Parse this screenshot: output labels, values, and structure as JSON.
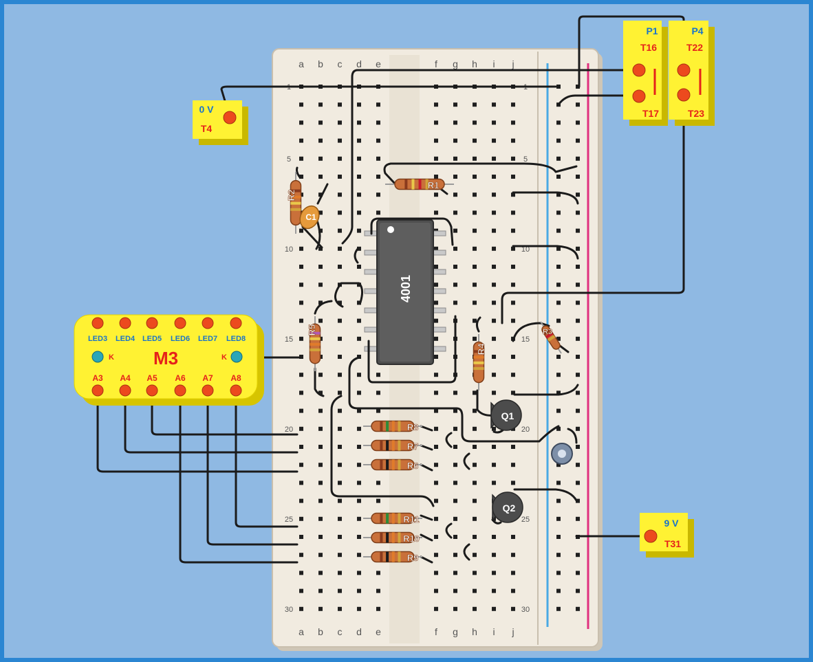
{
  "colors": {
    "background": "#8fb9e3",
    "frame": "#2b86d2",
    "board": "#f1ebe0",
    "module": "#fff233",
    "terminal": "#ec4a1e",
    "label_red": "#e5221a",
    "label_blue": "#1a74c9",
    "wire": "#1b1b1b",
    "rail_blue": "#49a9e4",
    "rail_pink": "#e0307e"
  },
  "breadboard": {
    "columns_left": [
      "a",
      "b",
      "c",
      "d",
      "e"
    ],
    "columns_right": [
      "f",
      "g",
      "h",
      "i",
      "j"
    ],
    "row_markers": [
      "1",
      "5",
      "10",
      "15",
      "20",
      "25",
      "30"
    ]
  },
  "chip": {
    "label": "4001"
  },
  "resistors": [
    {
      "id": "R1",
      "label": "R1"
    },
    {
      "id": "R2",
      "label": "R2"
    },
    {
      "id": "R3",
      "label": "R3"
    },
    {
      "id": "R4",
      "label": "R4"
    },
    {
      "id": "R5",
      "label": "R5"
    },
    {
      "id": "R6",
      "label": "R6"
    },
    {
      "id": "R7",
      "label": "R7"
    },
    {
      "id": "R8",
      "label": "R8"
    },
    {
      "id": "R9",
      "label": "R9"
    },
    {
      "id": "R10",
      "label": "R10"
    },
    {
      "id": "R11",
      "label": "R11"
    }
  ],
  "capacitor": {
    "label": "C1"
  },
  "transistors": [
    {
      "id": "Q1",
      "label": "Q1"
    },
    {
      "id": "Q2",
      "label": "Q2"
    }
  ],
  "module_m3": {
    "title": "M3",
    "led_labels": [
      "LED3",
      "LED4",
      "LED5",
      "LED6",
      "LED7",
      "LED8"
    ],
    "k_label": "K",
    "anode_labels": [
      "A3",
      "A4",
      "A5",
      "A6",
      "A7",
      "A8"
    ]
  },
  "terminals": {
    "t4": {
      "top": "0 V",
      "bottom": "T4"
    },
    "p1": {
      "name": "P1",
      "top": "T16",
      "bottom": "T17"
    },
    "p4": {
      "name": "P4",
      "top": "T22",
      "bottom": "T23"
    },
    "t31": {
      "top": "9 V",
      "bottom": "T31"
    }
  }
}
